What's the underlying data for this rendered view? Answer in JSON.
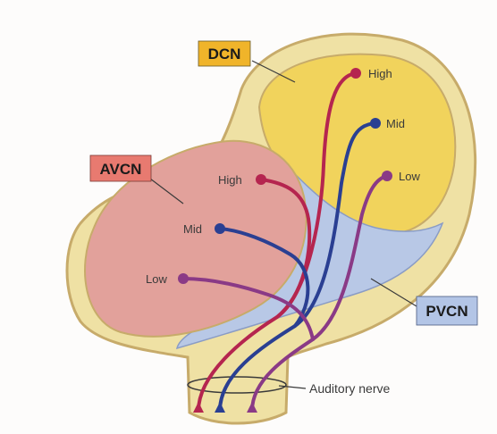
{
  "regions": {
    "dcn": "DCN",
    "avcn": "AVCN",
    "pvcn": "PVCN"
  },
  "dcn_labels": {
    "high": "High",
    "mid": "Mid",
    "low": "Low"
  },
  "avcn_labels": {
    "high": "High",
    "mid": "Mid",
    "low": "Low"
  },
  "nerve_label": "Auditory nerve",
  "colors": {
    "outline": "#c7ab6a",
    "tissue": "#efe1a4",
    "dcn_fill": "#f1d35c",
    "avcn_fill": "#e2a19b",
    "pvcn_fill": "#b8c8e6",
    "high_fiber": "#b5254f",
    "mid_fiber": "#2a3f92",
    "low_fiber": "#8a3a86",
    "dcn_tag": "#f0b42a",
    "avcn_tag": "#e87a70",
    "pvcn_tag": "#b3c5e6"
  }
}
